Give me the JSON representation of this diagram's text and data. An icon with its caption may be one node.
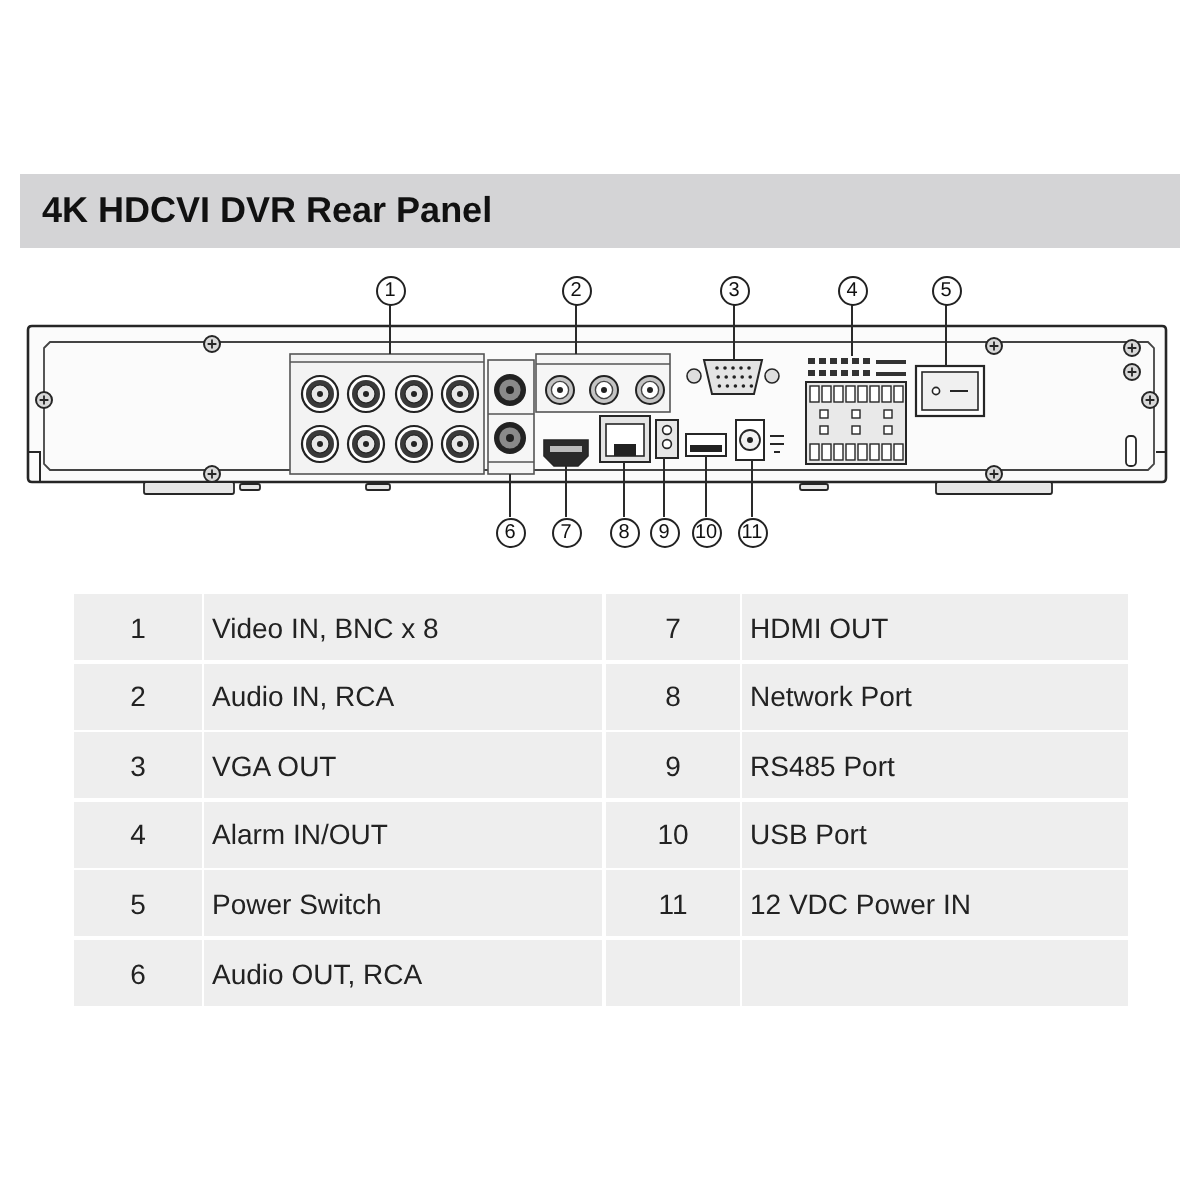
{
  "diagram": {
    "title": "4K HDCVI DVR Rear Panel",
    "nodes": [
      {
        "text": [
          "1"
        ]
      },
      {
        "text": [
          "2"
        ]
      },
      {
        "text": [
          "3"
        ]
      },
      {
        "text": [
          "4"
        ]
      },
      {
        "text": [
          "5"
        ]
      },
      {
        "text": [
          "6"
        ]
      },
      {
        "text": [
          "7"
        ]
      },
      {
        "text": [
          "8"
        ]
      },
      {
        "text": [
          "9"
        ]
      },
      {
        "text": [
          "10"
        ]
      },
      {
        "text": [
          "11"
        ]
      },
      {
        "text": [],
        "shape": "picture"
      },
      {
        "text": [],
        "shape": "picture"
      },
      {
        "text": [],
        "shape": "picture"
      },
      {
        "text": [],
        "shape": "picture"
      },
      {
        "text": [],
        "shape": "picture"
      },
      {
        "text": [],
        "shape": "picture"
      },
      {
        "text": [],
        "shape": "picture"
      },
      {
        "text": [],
        "shape": "picture"
      },
      {
        "text": [],
        "shape": "picture"
      },
      {
        "text": [],
        "shape": "picture"
      },
      {
        "text": [],
        "shape": "picture"
      }
    ],
    "edges": [
      {
        "from": 0,
        "to": 11,
        "arrow": "none"
      },
      {
        "from": 1,
        "to": 12,
        "arrow": "none"
      },
      {
        "from": 2,
        "to": 13,
        "arrow": "none"
      },
      {
        "from": 3,
        "to": 14,
        "arrow": "none"
      },
      {
        "from": 4,
        "to": 15,
        "arrow": "none"
      },
      {
        "from": 5,
        "to": 16,
        "arrow": "none"
      },
      {
        "from": 6,
        "to": 17,
        "arrow": "none"
      },
      {
        "from": 7,
        "to": 18,
        "arrow": "none"
      },
      {
        "from": 8,
        "to": 19,
        "arrow": "none"
      },
      {
        "from": 9,
        "to": 20,
        "arrow": "none"
      },
      {
        "from": 10,
        "to": 21,
        "arrow": "none"
      }
    ],
    "labels": [
      "1",
      "Video IN, BNC x 8",
      "7",
      "HDMI OUT",
      "2",
      "Audio IN, RCA",
      "8",
      "Network Port",
      "3",
      "VGA OUT",
      "9",
      "RS485 Port",
      "4",
      "Alarm IN/OUT",
      "10",
      "USB Port",
      "5",
      "Power Switch",
      "11",
      "12 VDC Power IN",
      "6",
      "Audio OUT, RCA"
    ]
  }
}
